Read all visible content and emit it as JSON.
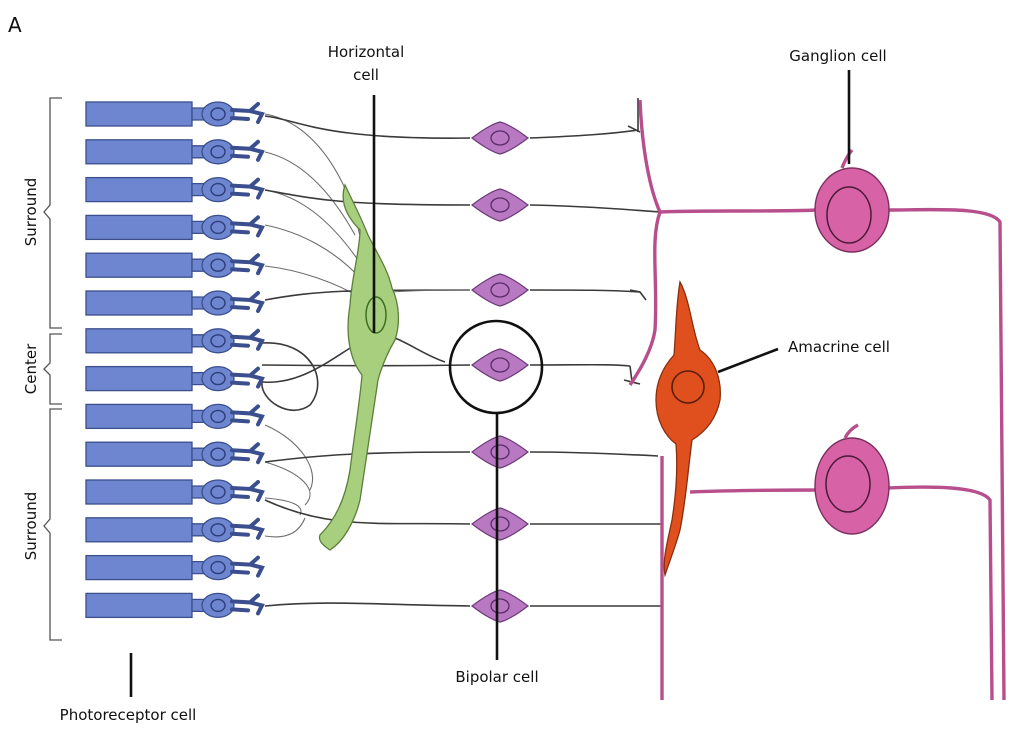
{
  "panel_label": "A",
  "labels": {
    "horizontal_cell": [
      "Horizontal",
      "cell"
    ],
    "ganglion_cell": "Ganglion cell",
    "amacrine_cell": "Amacrine cell",
    "bipolar_cell": "Bipolar cell",
    "photoreceptor_cell": "Photoreceptor cell"
  },
  "receptive_field": {
    "top": "Surround",
    "middle": "Center",
    "bottom": "Surround"
  },
  "colors": {
    "photoreceptor": "#6e86cf",
    "horizontal": "#a8cf7e",
    "bipolar": "#b878c2",
    "amacrine": "#e0501f",
    "ganglion": "#d763a6"
  },
  "counts": {
    "photoreceptors": 14,
    "bipolar_cells": 7,
    "ganglion_cells": 2
  }
}
